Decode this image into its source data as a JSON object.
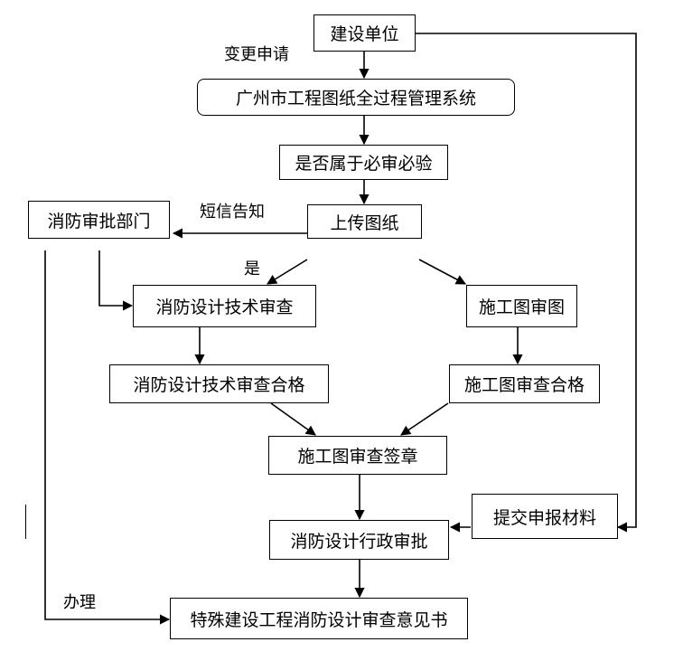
{
  "nodes": {
    "construction_unit": "建设单位",
    "system": "广州市工程图纸全过程管理系统",
    "check_required": "是否属于必审必验",
    "upload": "上传图纸",
    "fire_dept": "消防审批部门",
    "fire_tech_review": "消防设计技术审查",
    "construction_review": "施工图审图",
    "fire_tech_pass": "消防设计技术审查合格",
    "construction_pass": "施工图审查合格",
    "sign_seal": "施工图审查签章",
    "submit_materials": "提交申报材料",
    "fire_admin_approval": "消防设计行政审批",
    "opinion_letter": "特殊建设工程消防设计审查意见书"
  },
  "labels": {
    "change_request": "变更申请",
    "sms_notice": "短信告知",
    "yes": "是",
    "handle": "办理"
  }
}
